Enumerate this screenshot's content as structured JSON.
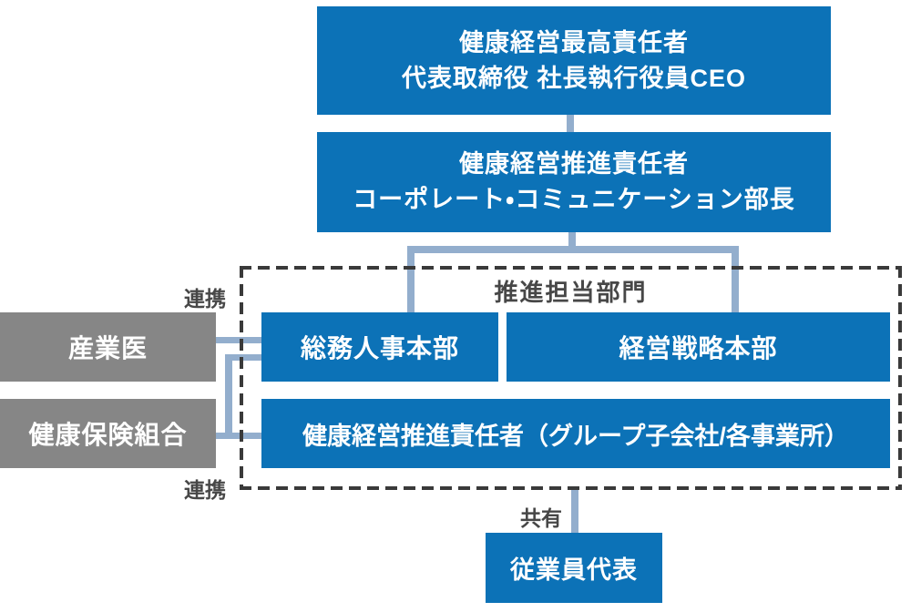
{
  "colors": {
    "box_blue": "#0C72B7",
    "box_gray": "#868686",
    "connector": "#93AECD",
    "dashed_border": "#3A3A3A",
    "label_text": "#474747",
    "box_text": "#FFFFFF"
  },
  "nodes": {
    "ceo": {
      "line1": "健康経営最高責任者",
      "line2": "代表取締役 社長執行役員CEO"
    },
    "promoter": {
      "line1": "健康経営推進責任者",
      "line2": "コーポレート・コミュニケーション部長"
    },
    "soumu": "総務人事本部",
    "keiei": "経営戦略本部",
    "group": "健康経営推進責任者（グループ子会社/各事業所）",
    "sangyoui": "産業医",
    "kenpo": "健康保険組合",
    "employee": "従業員代表"
  },
  "labels": {
    "dept_frame": "推進担当部門",
    "renkei_top": "連携",
    "renkei_bottom": "連携",
    "kyouyu": "共有"
  }
}
